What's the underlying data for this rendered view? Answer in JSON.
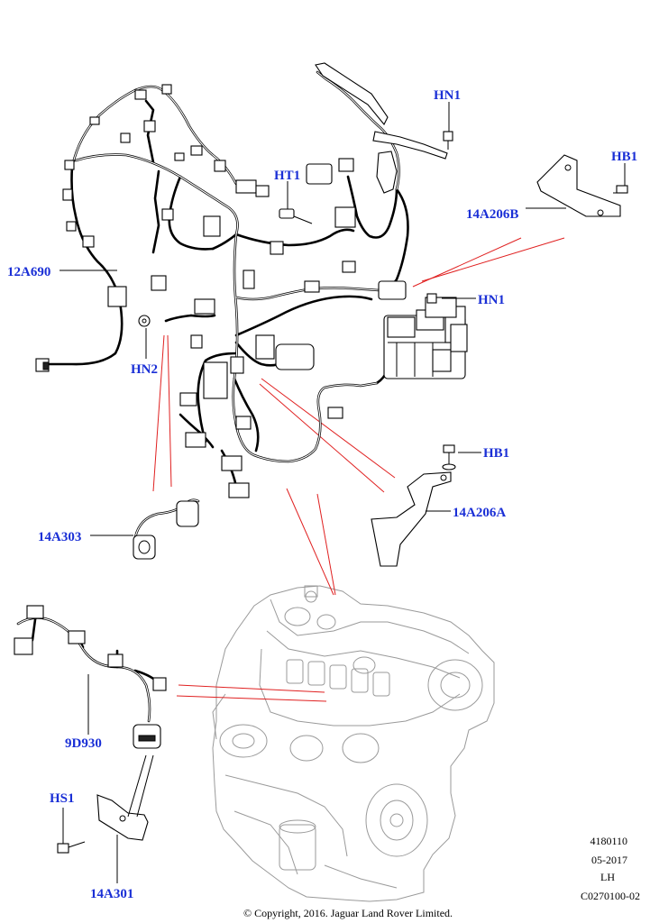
{
  "callouts": {
    "hn1_top": "HN1",
    "hb1_top": "HB1",
    "ht1": "HT1",
    "part_14a206b": "14A206B",
    "part_12a690": "12A690",
    "hn1_mid": "HN1",
    "hn2": "HN2",
    "hb1_mid": "HB1",
    "part_14a206a": "14A206A",
    "part_14a303": "14A303",
    "part_9d930": "9D930",
    "hs1": "HS1",
    "part_14a301": "14A301"
  },
  "info": {
    "number": "4180110",
    "date": "05-2017",
    "side": "LH",
    "ref": "C0270100-02"
  },
  "copyright": "© Copyright, 2016. Jaguar Land Rover Limited.",
  "colors": {
    "callout_text": "#1a2fd6",
    "guide_lines": "#e02020",
    "engine_outline": "#9a9a9a"
  }
}
